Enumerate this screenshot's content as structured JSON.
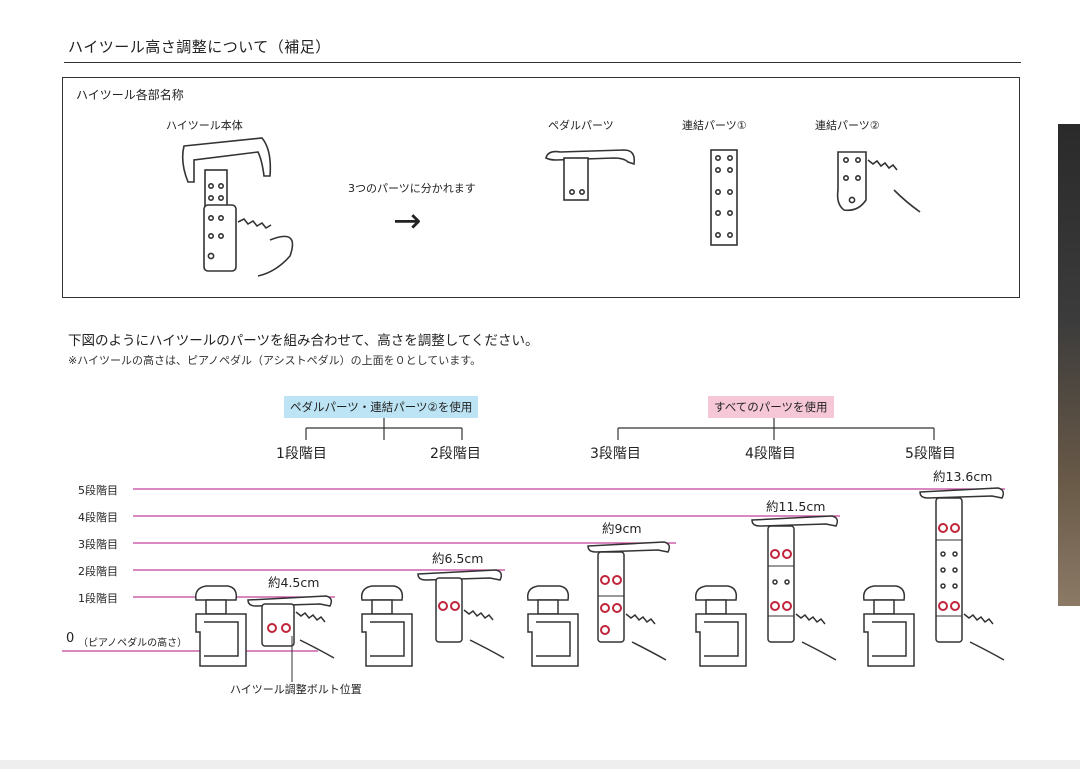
{
  "title": "ハイツール高さ調整について（補足）",
  "parts": {
    "heading": "ハイツール各部名称",
    "body_label": "ハイツール本体",
    "split_text": "3つのパーツに分かれます",
    "arrow_glyph": "→",
    "pedal_parts": "ペダルパーツ",
    "link1": "連結パーツ①",
    "link2": "連結パーツ②"
  },
  "instruction": "下図のようにハイツールのパーツを組み合わせて、高さを調整してください。",
  "note": "※ハイツールの高さは、ピアノペダル（アシストペダル）の上面を０としています。",
  "groups": {
    "a": "ペダルパーツ・連結パーツ②を使用",
    "b": "すべてのパーツを使用",
    "a_color": "#bde4f4",
    "b_color": "#f6c7d7"
  },
  "steps": [
    "1段階目",
    "2段階目",
    "3段階目",
    "4段階目",
    "5段階目"
  ],
  "levels": {
    "l5": "5段階目",
    "l4": "4段階目",
    "l3": "3段階目",
    "l2": "2段階目",
    "l1": "1段階目",
    "l0_num": "0",
    "l0_desc": "（ピアノペダルの高さ）"
  },
  "heights": [
    "約4.5cm",
    "約6.5cm",
    "約9cm",
    "約11.5cm",
    "約13.6cm"
  ],
  "bolt_label": "ハイツール調整ボルト位置",
  "colors": {
    "level_line": "#c2419a",
    "bolt_ring": "#c0263b",
    "ink": "#333333"
  }
}
